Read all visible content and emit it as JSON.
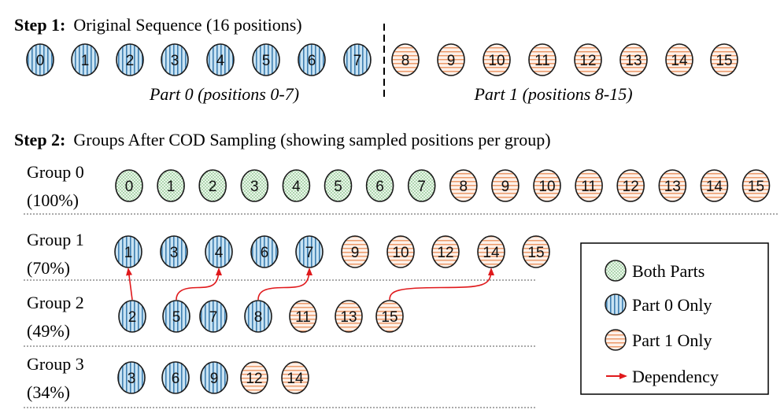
{
  "step1": {
    "label": "Step 1:",
    "text": "Original Sequence (16 positions)",
    "positions": [
      {
        "n": "0",
        "t": "p0"
      },
      {
        "n": "1",
        "t": "p0"
      },
      {
        "n": "2",
        "t": "p0"
      },
      {
        "n": "3",
        "t": "p0"
      },
      {
        "n": "4",
        "t": "p0"
      },
      {
        "n": "5",
        "t": "p0"
      },
      {
        "n": "6",
        "t": "p0"
      },
      {
        "n": "7",
        "t": "p0"
      },
      {
        "n": "8",
        "t": "p1"
      },
      {
        "n": "9",
        "t": "p1"
      },
      {
        "n": "10",
        "t": "p1"
      },
      {
        "n": "11",
        "t": "p1"
      },
      {
        "n": "12",
        "t": "p1"
      },
      {
        "n": "13",
        "t": "p1"
      },
      {
        "n": "14",
        "t": "p1"
      },
      {
        "n": "15",
        "t": "p1"
      }
    ],
    "part0_label": "Part 0 (positions 0-7)",
    "part1_label": "Part 1 (positions 8-15)"
  },
  "step2": {
    "label": "Step 2:",
    "text": "Groups After COD Sampling (showing sampled positions per group)"
  },
  "groups": [
    {
      "name": "Group 0",
      "pct": "(100%)",
      "items": [
        {
          "n": "0",
          "t": "both"
        },
        {
          "n": "1",
          "t": "both"
        },
        {
          "n": "2",
          "t": "both"
        },
        {
          "n": "3",
          "t": "both"
        },
        {
          "n": "4",
          "t": "both"
        },
        {
          "n": "5",
          "t": "both"
        },
        {
          "n": "6",
          "t": "both"
        },
        {
          "n": "7",
          "t": "both"
        },
        {
          "n": "8",
          "t": "p1"
        },
        {
          "n": "9",
          "t": "p1"
        },
        {
          "n": "10",
          "t": "p1"
        },
        {
          "n": "11",
          "t": "p1"
        },
        {
          "n": "12",
          "t": "p1"
        },
        {
          "n": "13",
          "t": "p1"
        },
        {
          "n": "14",
          "t": "p1"
        },
        {
          "n": "15",
          "t": "p1"
        }
      ]
    },
    {
      "name": "Group 1",
      "pct": "(70%)",
      "items": [
        {
          "n": "1",
          "t": "p0"
        },
        {
          "n": "3",
          "t": "p0"
        },
        {
          "n": "4",
          "t": "p0"
        },
        {
          "n": "6",
          "t": "p0"
        },
        {
          "n": "7",
          "t": "p0"
        },
        {
          "n": "9",
          "t": "p1"
        },
        {
          "n": "10",
          "t": "p1"
        },
        {
          "n": "12",
          "t": "p1"
        },
        {
          "n": "14",
          "t": "p1"
        },
        {
          "n": "15",
          "t": "p1"
        }
      ]
    },
    {
      "name": "Group 2",
      "pct": "(49%)",
      "items": [
        {
          "n": "2",
          "t": "p0"
        },
        {
          "n": "5",
          "t": "p0"
        },
        {
          "n": "7",
          "t": "p0"
        },
        {
          "n": "8",
          "t": "p0"
        },
        {
          "n": "11",
          "t": "p1"
        },
        {
          "n": "13",
          "t": "p1"
        },
        {
          "n": "15",
          "t": "p1"
        }
      ]
    },
    {
      "name": "Group 3",
      "pct": "(34%)",
      "items": [
        {
          "n": "3",
          "t": "p0"
        },
        {
          "n": "6",
          "t": "p0"
        },
        {
          "n": "9",
          "t": "p0"
        },
        {
          "n": "12",
          "t": "p1"
        },
        {
          "n": "14",
          "t": "p1"
        }
      ]
    }
  ],
  "dependencies": [
    {
      "from_group": 2,
      "from_index": 0,
      "to_group": 1,
      "to_index": 0
    },
    {
      "from_group": 2,
      "from_index": 1,
      "to_group": 1,
      "to_index": 2
    },
    {
      "from_group": 2,
      "from_index": 3,
      "to_group": 1,
      "to_index": 4
    },
    {
      "from_group": 2,
      "from_index": 6,
      "to_group": 1,
      "to_index": 8
    }
  ],
  "legend": {
    "both": "Both Parts",
    "part0": "Part 0 Only",
    "part1": "Part 1 Only",
    "dependency": "Dependency"
  },
  "colors": {
    "part0_fill": "#c9e3f3",
    "part0_stripe": "#3f7fb1",
    "part1_fill": "#fdf1ea",
    "part1_stripe": "#ec9a6b",
    "both_fill": "#eaf6ea",
    "both_dot": "#57a85a",
    "arrow": "#e0191c"
  }
}
